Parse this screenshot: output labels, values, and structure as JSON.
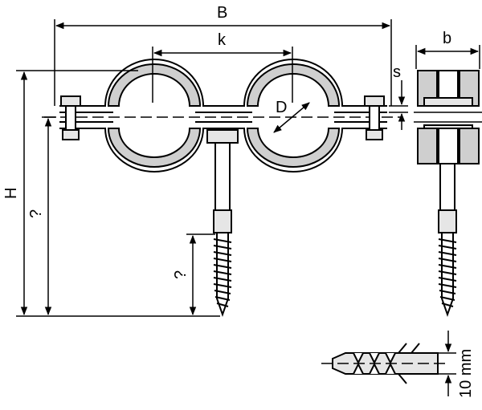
{
  "labels": {
    "overall_width": "B",
    "center_distance": "k",
    "clamp_width": "b",
    "band_thickness": "s",
    "pipe_diameter": "D",
    "overall_height": "H",
    "height_unknown": "?",
    "screw_length_unknown": "?",
    "dowel_size": "10 mm"
  },
  "colors": {
    "line": "#000000",
    "rubber_fill": "#cfcfcf",
    "metal_fill": "#e6e6e6",
    "background": "#ffffff"
  },
  "icons": {
    "arrow_head": "filled-triangle-arrow"
  }
}
